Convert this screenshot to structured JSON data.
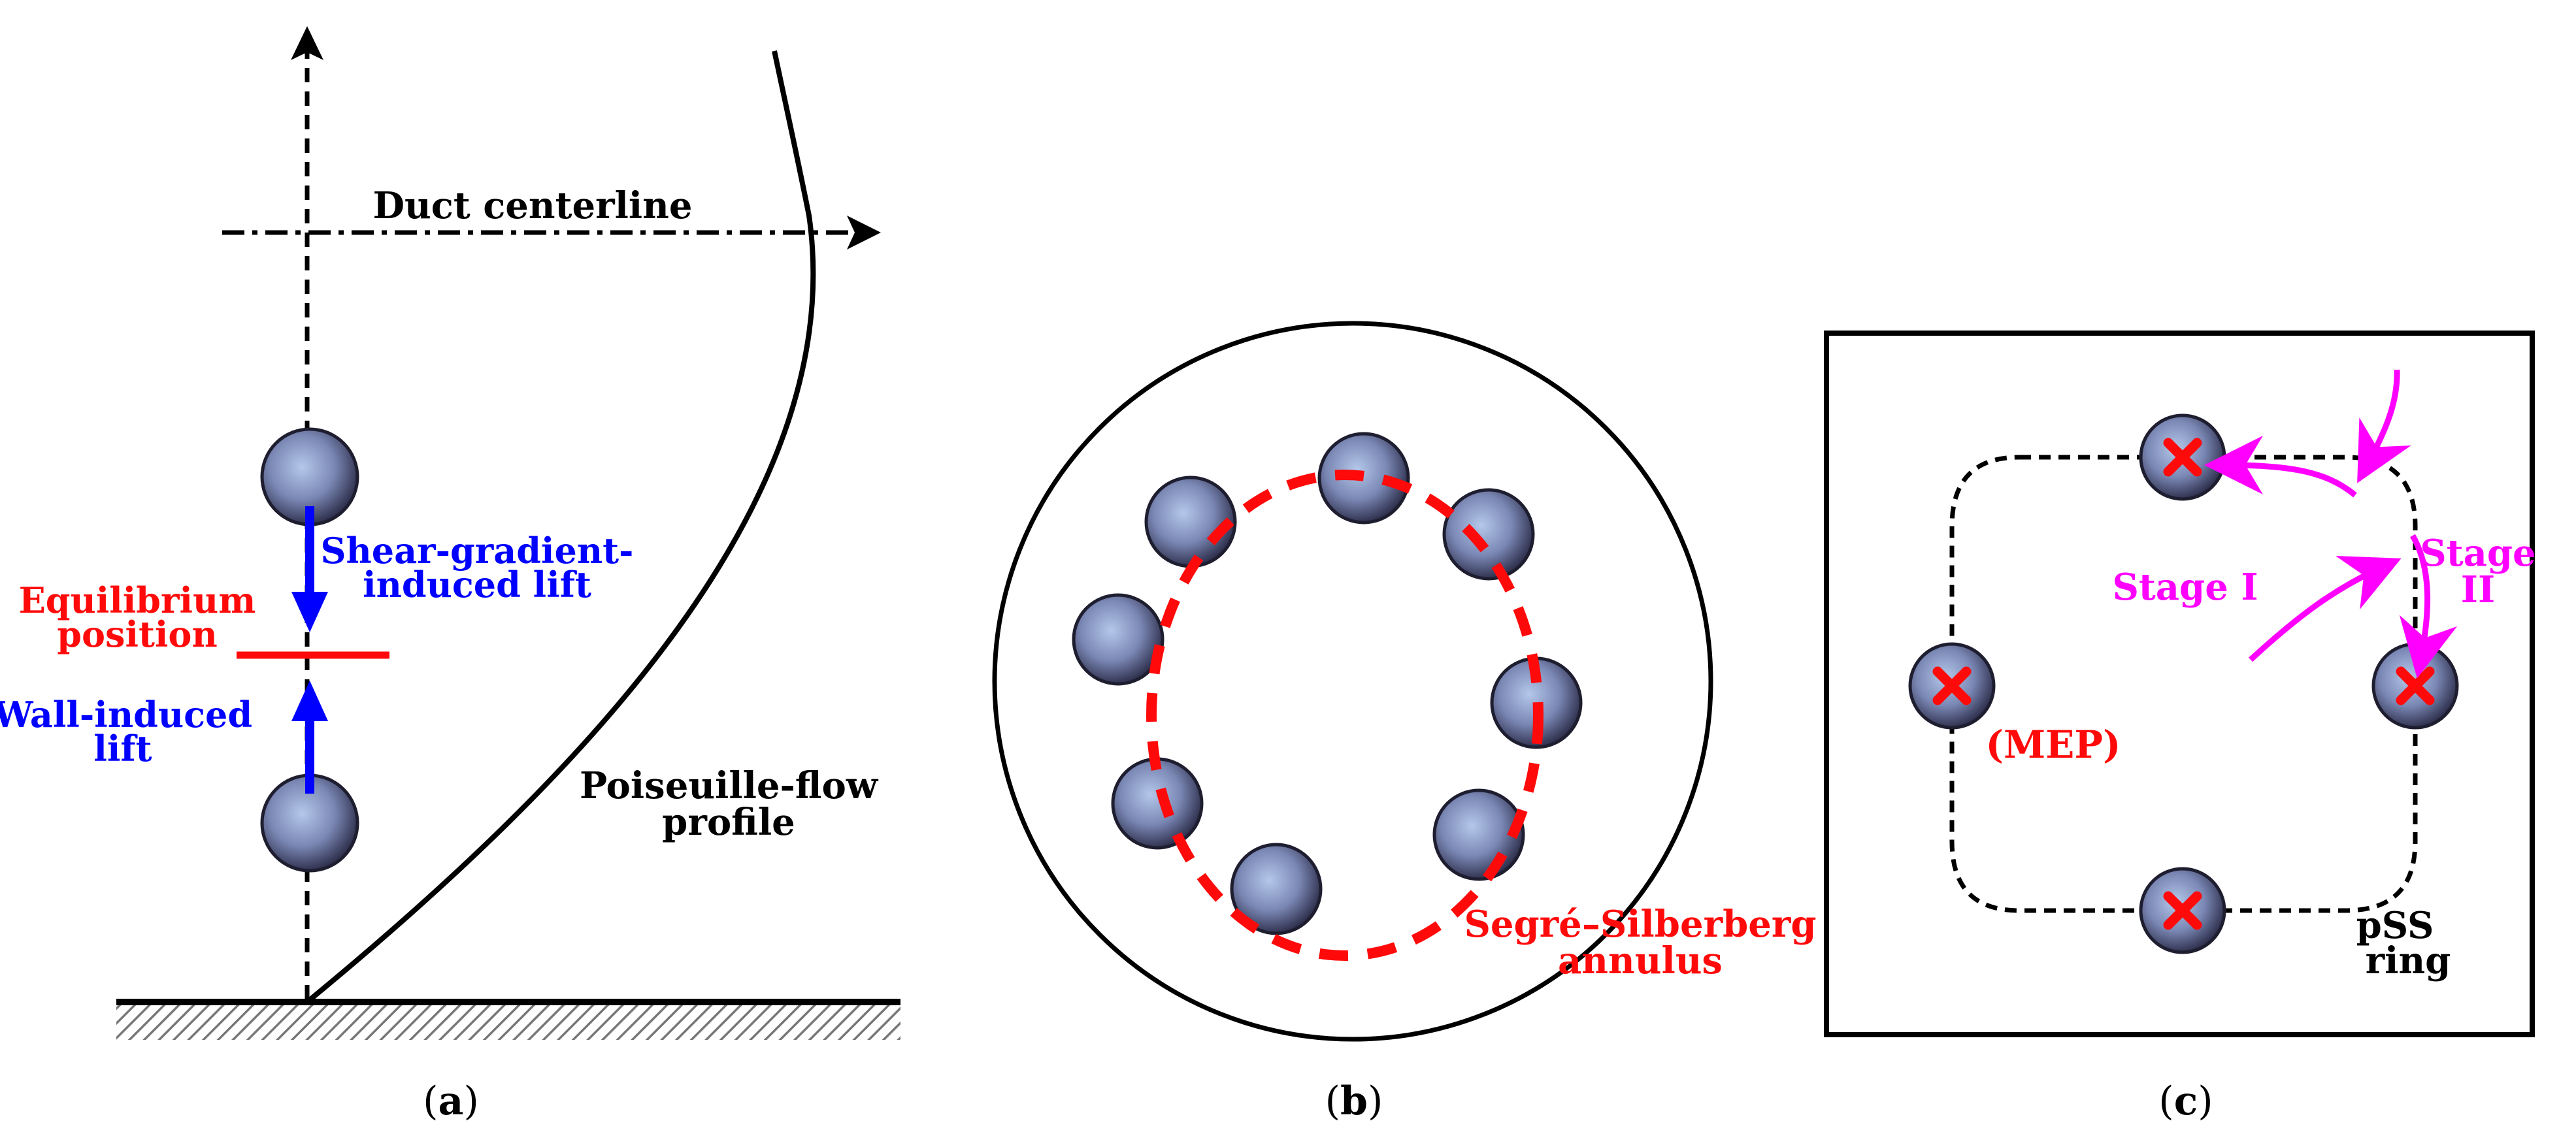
{
  "panel_a": {
    "caption_open": "(",
    "caption_letter": "a",
    "caption_close": ")",
    "duct_centerline": "Duct centerline",
    "equilibrium_line1": "Equilibrium",
    "equilibrium_line2": "position",
    "shear_line1": "Shear-gradient-",
    "shear_line2": "induced lift",
    "wall_line1": "Wall-induced",
    "wall_line2": "lift",
    "profile_line1": "Poiseuille-flow",
    "profile_line2": "profile"
  },
  "panel_b": {
    "caption_open": "(",
    "caption_letter": "b",
    "caption_close": ")",
    "annulus_line1": "Segré–Silberberg",
    "annulus_line2": "annulus"
  },
  "panel_c": {
    "caption_open": "(",
    "caption_letter": "c",
    "caption_close": ")",
    "stage1": "Stage I",
    "stage2_line1": "Stage",
    "stage2_line2": "II",
    "mep": "(MEP)",
    "pss_line1": "pSS",
    "pss_line2": "ring"
  },
  "colors": {
    "black": "#000000",
    "red": "#ff0a0a",
    "blue": "#0000ff",
    "magenta": "#ff00ff",
    "particle_light": "#b4c8ea",
    "particle_dark": "#2b2c48"
  }
}
